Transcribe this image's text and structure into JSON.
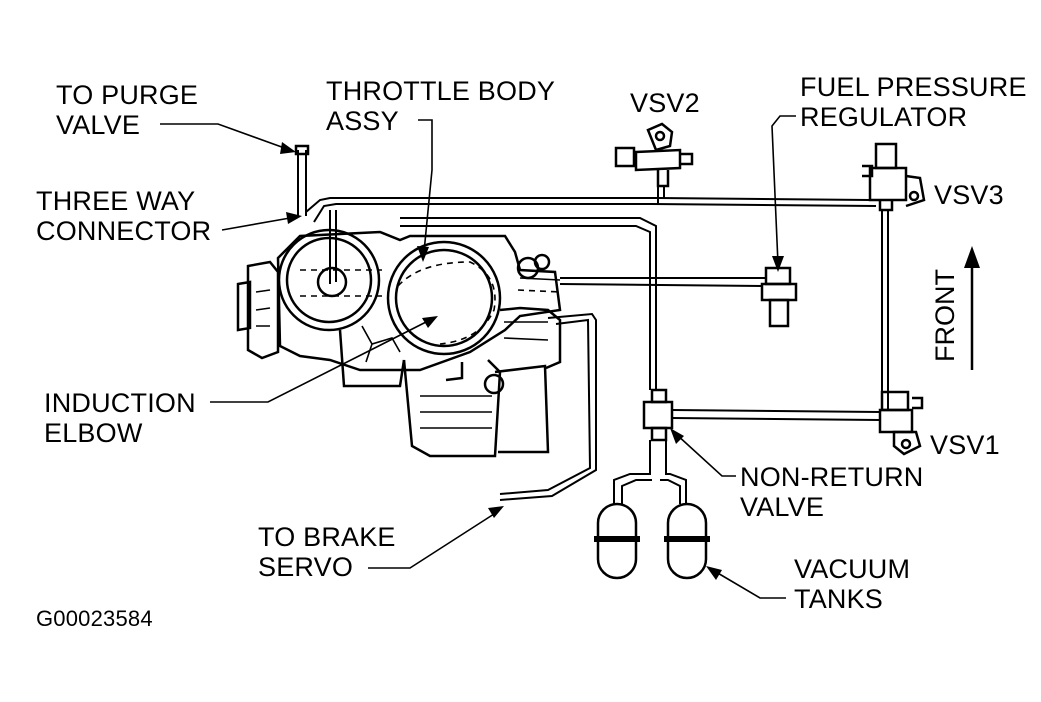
{
  "labels": {
    "to_purge_valve": [
      "TO PURGE",
      "VALVE"
    ],
    "throttle_body": [
      "THROTTLE BODY",
      "ASSY"
    ],
    "vsv2": "VSV2",
    "fuel_pressure_regulator": [
      "FUEL PRESSURE",
      "REGULATOR"
    ],
    "three_way_connector": [
      "THREE WAY",
      "CONNECTOR"
    ],
    "vsv3": "VSV3",
    "front": "FRONT",
    "induction_elbow": [
      "INDUCTION",
      "ELBOW"
    ],
    "vsv1": "VSV1",
    "non_return_valve": [
      "NON-RETURN",
      "VALVE"
    ],
    "to_brake_servo": [
      "TO BRAKE",
      "SERVO"
    ],
    "vacuum_tanks": [
      "VACUUM",
      "TANKS"
    ],
    "figure_id": "G00023584"
  },
  "colors": {
    "ink": "#000000",
    "paper": "#ffffff"
  },
  "icons": {
    "front_direction": "arrow-up-icon"
  }
}
